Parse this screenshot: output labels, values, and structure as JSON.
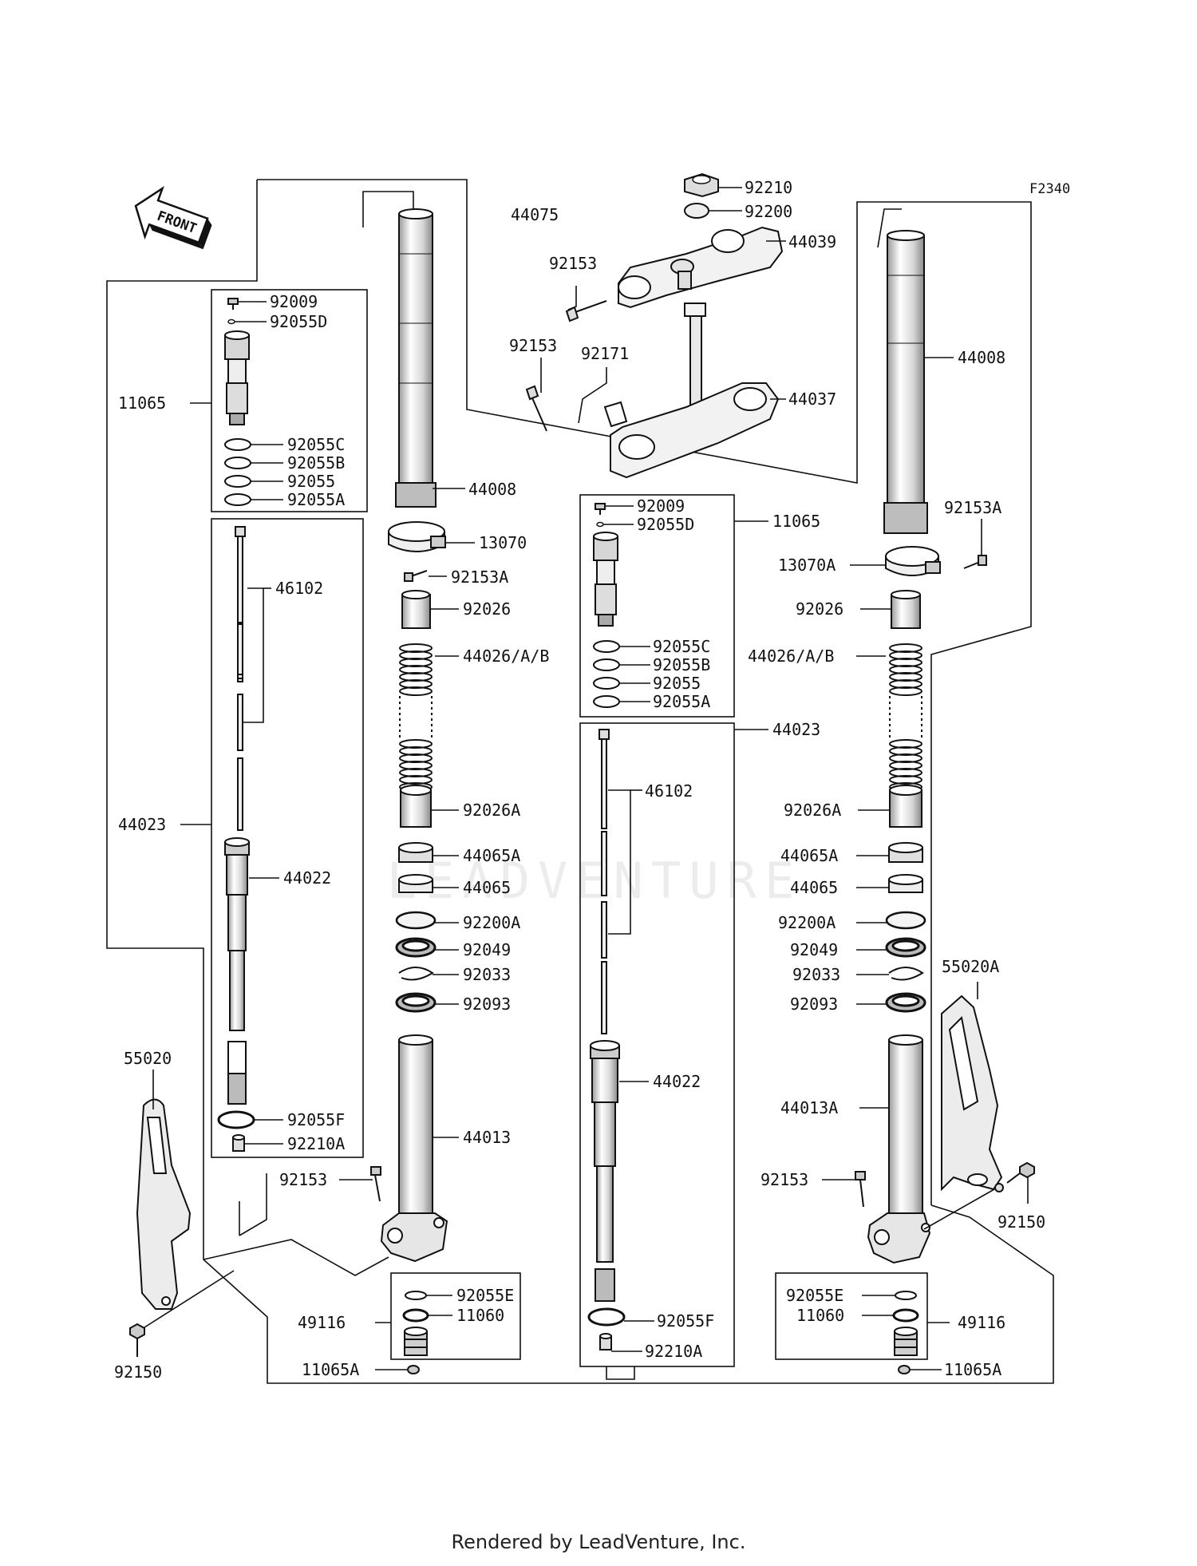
{
  "figure_code": "F2340",
  "front_arrow_label": "FRONT",
  "watermark": "LEADVENTURE",
  "footer": "Rendered by LeadVenture, Inc.",
  "labels": {
    "top_nut": "92210",
    "top_washer": "92200",
    "upper_bracket": "44039",
    "bolt_upper": "92153",
    "bolt_lower": "92153",
    "clamp": "92171",
    "lower_bracket": "44037",
    "l_outer_tube": "44075",
    "l_bushing_upper": "44008",
    "l_cap_bolt": "92009",
    "l_oring_d": "92055D",
    "l_cartridge_kit": "11065",
    "l_oring_c": "92055C",
    "l_oring_b": "92055B",
    "l_oring": "92055",
    "l_oring_a": "92055A",
    "l_rod": "46102",
    "l_cylinder_unit": "44023",
    "l_cylinder": "44022",
    "l_oring_f": "92055F",
    "l_nut_a": "92210A",
    "l_guard": "55020",
    "l_guard_bolt": "92150",
    "l_axle_bolt": "92153",
    "c_clamp": "13070",
    "c_clamp_bolt": "92153A",
    "c_collar": "92026",
    "c_spring": "44026/A/B",
    "c_collar_a": "92026A",
    "c_bush_a": "44065A",
    "c_bush": "44065",
    "c_washer_a": "92200A",
    "c_seal": "92049",
    "c_circlip": "92033",
    "c_dust_seal": "92093",
    "c_inner_tube": "44013",
    "c_oring_e": "92055E",
    "c_gasket": "11060",
    "c_base_valve": "49116",
    "c_plug": "11065A",
    "m_cap_bolt": "92009",
    "m_oring_d": "92055D",
    "m_cartridge_kit": "11065",
    "m_oring_c": "92055C",
    "m_oring_b": "92055B",
    "m_oring": "92055",
    "m_oring_a": "92055A",
    "m_cylinder_unit": "44023",
    "m_rod": "46102",
    "m_cylinder": "44022",
    "m_oring_f": "92055F",
    "m_nut_a": "92210A",
    "r_outer_tube": "44008",
    "r_clamp_bolt": "92153A",
    "r_clamp": "13070A",
    "r_collar": "92026",
    "r_spring": "44026/A/B",
    "r_collar_a": "92026A",
    "r_bush_a": "44065A",
    "r_bush": "44065",
    "r_washer_a": "92200A",
    "r_seal": "92049",
    "r_circlip": "92033",
    "r_dust_seal": "92093",
    "r_guard": "55020A",
    "r_inner_tube": "44013A",
    "r_axle_bolt": "92153",
    "r_guard_bolt": "92150",
    "r_oring_e": "92055E",
    "r_gasket": "11060",
    "r_base_valve": "49116",
    "r_plug": "11065A"
  }
}
